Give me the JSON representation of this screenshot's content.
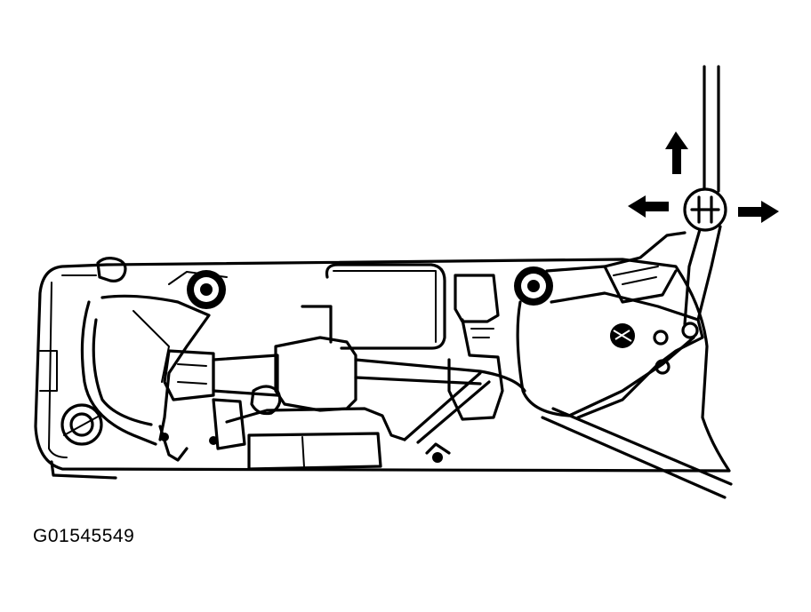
{
  "figure": {
    "caption": "G01545549",
    "colors": {
      "ink": "#000000",
      "paper": "#ffffff"
    },
    "arrows": [
      "up",
      "left",
      "right"
    ]
  }
}
